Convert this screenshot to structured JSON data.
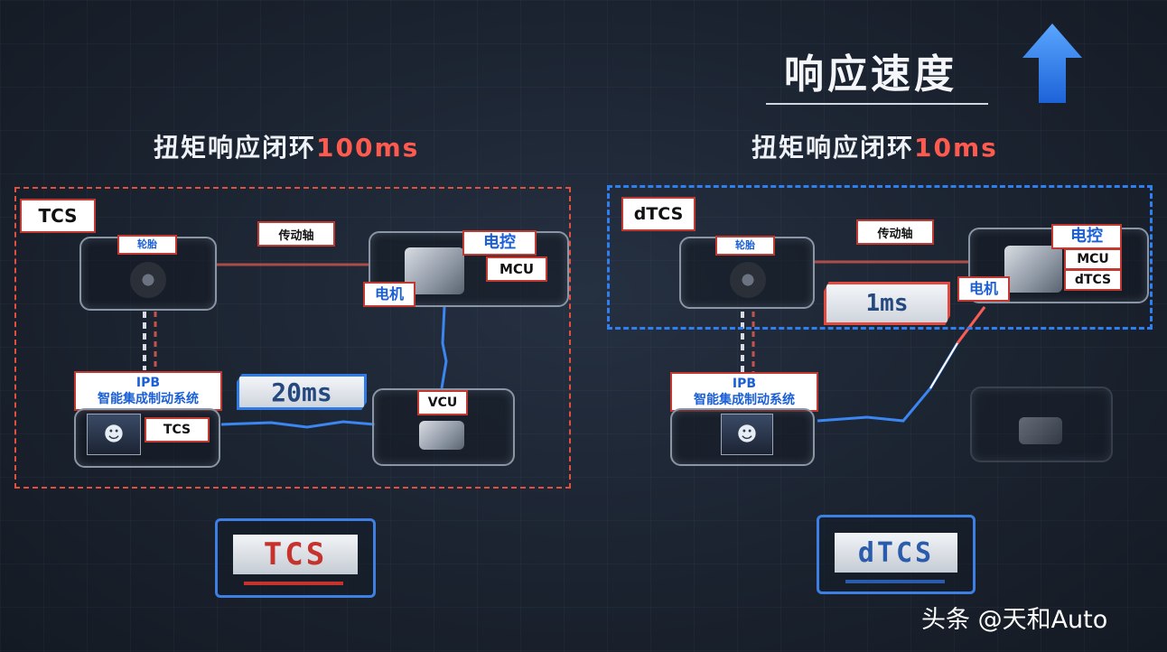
{
  "title": "响应速度",
  "colors": {
    "accent_red": "#ff5a4f",
    "accent_blue": "#2f7ff0",
    "text": "#eef1f5"
  },
  "left": {
    "heading_prefix": "扭矩响应闭环",
    "heading_value": "100ms",
    "box_label": "TCS",
    "wheel_label": "轮胎",
    "shaft_label": "传动轴",
    "controller_label": "电控",
    "mcu_label": "MCU",
    "motor_label": "电机",
    "ipb_line1": "IPB",
    "ipb_line2": "智能集成制动系统",
    "tcs_module_label": "TCS",
    "latency_label": "20ms",
    "vcu_label": "VCU",
    "badge_label": "TCS"
  },
  "right": {
    "heading_prefix": "扭矩响应闭环",
    "heading_value": "10ms",
    "box_label": "dTCS",
    "wheel_label": "轮胎",
    "shaft_label": "传动轴",
    "controller_label": "电控",
    "mcu_label": "MCU",
    "dtcs_label": "dTCS",
    "motor_label": "电机",
    "latency_label": "1ms",
    "ipb_line1": "IPB",
    "ipb_line2": "智能集成制动系统",
    "badge_label": "dTCS"
  },
  "icons": [
    "up-arrow-icon",
    "wheel-icon",
    "engine-icon",
    "driver-avatar-icon",
    "vcu-module-icon"
  ],
  "watermark": "头条 @天和Auto"
}
